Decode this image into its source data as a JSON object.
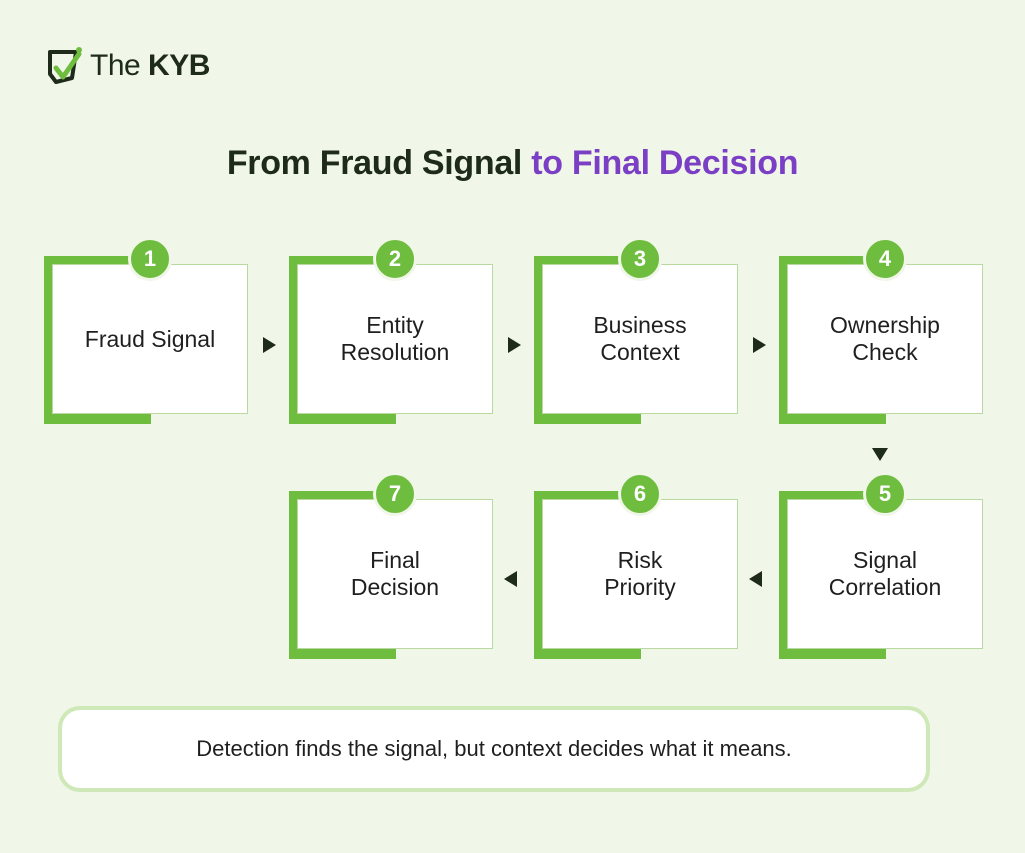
{
  "brand": {
    "prefix": "The",
    "name": "KYB",
    "color": "#6fbd3e"
  },
  "title": {
    "part1": "From Fraud Signal",
    "part2": "to Final Decision",
    "accent_color": "#7a3fc4"
  },
  "steps": [
    {
      "number": "1",
      "label": "Fraud Signal"
    },
    {
      "number": "2",
      "label": "Entity\nResolution"
    },
    {
      "number": "3",
      "label": "Business\nContext"
    },
    {
      "number": "4",
      "label": "Ownership\nCheck"
    },
    {
      "number": "5",
      "label": "Signal\nCorrelation"
    },
    {
      "number": "6",
      "label": "Risk\nPriority"
    },
    {
      "number": "7",
      "label": "Final\nDecision"
    }
  ],
  "footer": {
    "text": "Detection finds the signal, but context decides what it means."
  }
}
